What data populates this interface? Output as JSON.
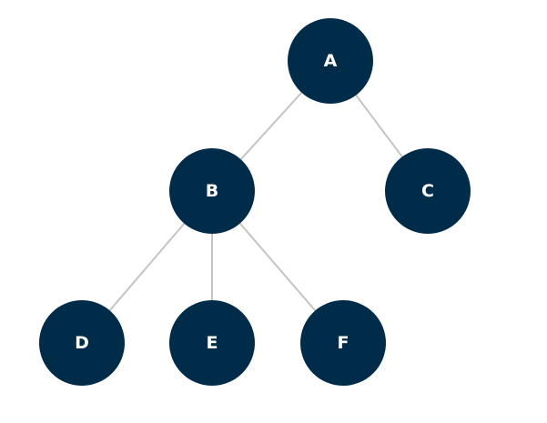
{
  "tree": {
    "nodes": [
      {
        "id": "A",
        "label": "A"
      },
      {
        "id": "B",
        "label": "B"
      },
      {
        "id": "C",
        "label": "C"
      },
      {
        "id": "D",
        "label": "D"
      },
      {
        "id": "E",
        "label": "E"
      },
      {
        "id": "F",
        "label": "F"
      }
    ],
    "edges": [
      {
        "from": "A",
        "to": "B"
      },
      {
        "from": "A",
        "to": "C"
      },
      {
        "from": "B",
        "to": "D"
      },
      {
        "from": "B",
        "to": "E"
      },
      {
        "from": "B",
        "to": "F"
      }
    ],
    "colors": {
      "node_fill": "#012c49",
      "label_color": "#ffffff",
      "edge_color": "#c4c4c4",
      "background": "#ffffff"
    }
  }
}
